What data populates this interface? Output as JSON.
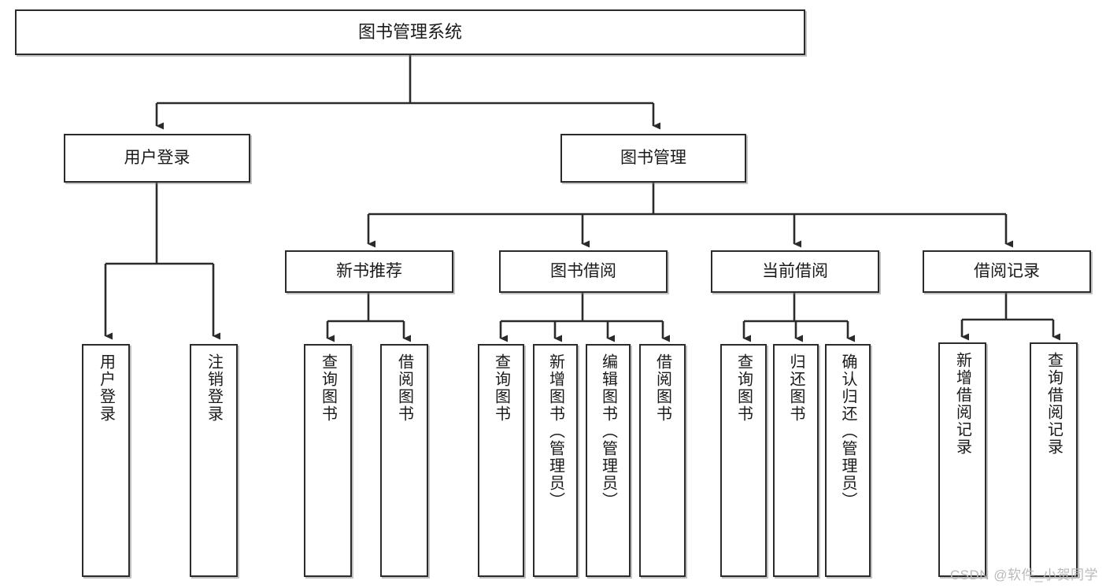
{
  "diagram": {
    "title": "图书管理系统",
    "type": "tree",
    "watermark": "CSDN @软件_小贺同学",
    "colors": {
      "box_border": "#2b2b2b",
      "box_fill": "#ffffff",
      "connector": "#2b2b2b",
      "text": "#1a1a1a",
      "watermark": "#b9b9b9"
    },
    "nodes": {
      "root": {
        "label": "图书管理系统",
        "level": 0,
        "orientation": "horizontal"
      },
      "user_login": {
        "label": "用户登录",
        "level": 1,
        "orientation": "horizontal"
      },
      "book_manage": {
        "label": "图书管理",
        "level": 1,
        "orientation": "horizontal"
      },
      "new_book_rec": {
        "label": "新书推荐",
        "level": 2,
        "orientation": "horizontal"
      },
      "book_borrow": {
        "label": "图书借阅",
        "level": 2,
        "orientation": "horizontal"
      },
      "current_borrow": {
        "label": "当前借阅",
        "level": 2,
        "orientation": "horizontal"
      },
      "borrow_record": {
        "label": "借阅记录",
        "level": 2,
        "orientation": "horizontal"
      },
      "leaf_user_login": {
        "label": "用户登录",
        "level": 3,
        "orientation": "vertical"
      },
      "leaf_logout": {
        "label": "注销登录",
        "level": 3,
        "orientation": "vertical"
      },
      "leaf_query_book_1": {
        "label": "查询图书",
        "level": 3,
        "orientation": "vertical"
      },
      "leaf_borrow_book_1": {
        "label": "借阅图书",
        "level": 3,
        "orientation": "vertical"
      },
      "leaf_query_book_2": {
        "label": "查询图书",
        "level": 3,
        "orientation": "vertical"
      },
      "leaf_add_book": {
        "label": "新增图书（管理员）",
        "level": 3,
        "orientation": "vertical"
      },
      "leaf_edit_book": {
        "label": "编辑图书（管理员）",
        "level": 3,
        "orientation": "vertical"
      },
      "leaf_borrow_book_2": {
        "label": "借阅图书",
        "level": 3,
        "orientation": "vertical"
      },
      "leaf_query_book_3": {
        "label": "查询图书",
        "level": 3,
        "orientation": "vertical"
      },
      "leaf_return_book": {
        "label": "归还图书",
        "level": 3,
        "orientation": "vertical"
      },
      "leaf_confirm_return": {
        "label": "确认归还（管理员）",
        "level": 3,
        "orientation": "vertical"
      },
      "leaf_add_record": {
        "label": "新增借阅记录",
        "level": 3,
        "orientation": "vertical"
      },
      "leaf_query_record": {
        "label": "查询借阅记录",
        "level": 3,
        "orientation": "vertical"
      }
    },
    "edges": [
      {
        "from": "root",
        "to": "user_login"
      },
      {
        "from": "root",
        "to": "book_manage"
      },
      {
        "from": "user_login",
        "to": "leaf_user_login"
      },
      {
        "from": "user_login",
        "to": "leaf_logout"
      },
      {
        "from": "book_manage",
        "to": "new_book_rec"
      },
      {
        "from": "book_manage",
        "to": "book_borrow"
      },
      {
        "from": "book_manage",
        "to": "current_borrow"
      },
      {
        "from": "book_manage",
        "to": "borrow_record"
      },
      {
        "from": "new_book_rec",
        "to": "leaf_query_book_1"
      },
      {
        "from": "new_book_rec",
        "to": "leaf_borrow_book_1"
      },
      {
        "from": "book_borrow",
        "to": "leaf_query_book_2"
      },
      {
        "from": "book_borrow",
        "to": "leaf_add_book"
      },
      {
        "from": "book_borrow",
        "to": "leaf_edit_book"
      },
      {
        "from": "book_borrow",
        "to": "leaf_borrow_book_2"
      },
      {
        "from": "current_borrow",
        "to": "leaf_query_book_3"
      },
      {
        "from": "current_borrow",
        "to": "leaf_return_book"
      },
      {
        "from": "current_borrow",
        "to": "leaf_confirm_return"
      },
      {
        "from": "borrow_record",
        "to": "leaf_add_record"
      },
      {
        "from": "borrow_record",
        "to": "leaf_query_record"
      }
    ]
  }
}
